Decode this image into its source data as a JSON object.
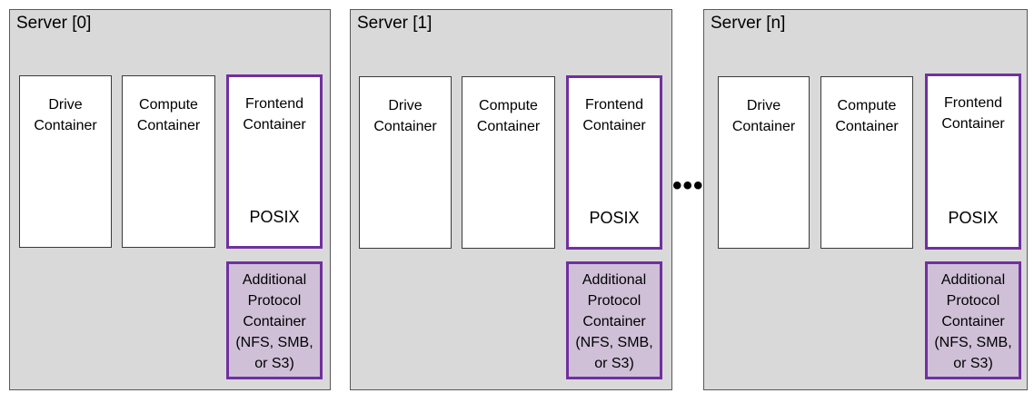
{
  "servers": [
    {
      "title": "Server [0]"
    },
    {
      "title": "Server [1]"
    },
    {
      "title": "Server [n]"
    }
  ],
  "containers": {
    "drive": "Drive\nContainer",
    "compute": "Compute\nContainer",
    "frontend": "Frontend\nContainer",
    "posix": "POSIX",
    "protocol": "Additional\nProtocol\nContainer\n(NFS, SMB,\nor S3)"
  },
  "ellipsis": "•••",
  "colors": {
    "server_bg": "#d9d9d9",
    "frontend_border": "#7030a0",
    "protocol_fill": "#cfc0d8"
  }
}
